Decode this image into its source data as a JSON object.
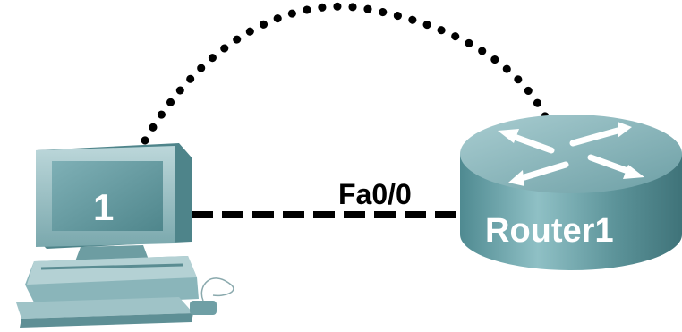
{
  "pc": {
    "label": "1"
  },
  "link": {
    "interface_label": "Fa0/0"
  },
  "router": {
    "label": "Router1"
  },
  "colors": {
    "device_teal": "#6f9fa5",
    "device_light": "#b7d3d6",
    "device_dark": "#3d6e74",
    "cable": "#000000",
    "label_white": "#ffffff"
  }
}
